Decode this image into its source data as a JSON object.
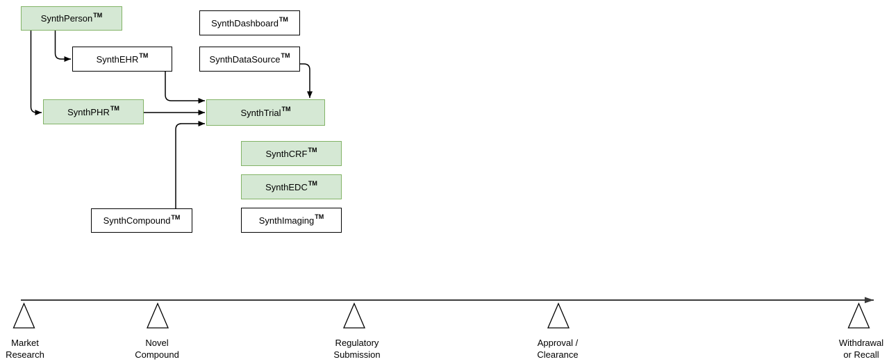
{
  "diagram": {
    "boxes": [
      {
        "name": "SynthPerson",
        "tm": "TM",
        "style": "green"
      },
      {
        "name": "SynthEHR",
        "tm": "TM",
        "style": "white"
      },
      {
        "name": "SynthDashboard",
        "tm": "TM",
        "style": "white"
      },
      {
        "name": "SynthDataSource",
        "tm": "TM",
        "style": "white"
      },
      {
        "name": "SynthPHR",
        "tm": "TM",
        "style": "green"
      },
      {
        "name": "SynthTrial",
        "tm": "TM",
        "style": "green"
      },
      {
        "name": "SynthCRF",
        "tm": "TM",
        "style": "green"
      },
      {
        "name": "SynthEDC",
        "tm": "TM",
        "style": "green"
      },
      {
        "name": "SynthImaging",
        "tm": "TM",
        "style": "white"
      },
      {
        "name": "SynthCompound",
        "tm": "TM",
        "style": "white"
      }
    ],
    "connections": [
      {
        "from": "SynthPerson",
        "to": "SynthPHR"
      },
      {
        "from": "SynthPerson",
        "to": "SynthEHR"
      },
      {
        "from": "SynthEHR",
        "to": "SynthTrial"
      },
      {
        "from": "SynthPHR",
        "to": "SynthTrial"
      },
      {
        "from": "SynthCompound",
        "to": "SynthTrial"
      },
      {
        "from": "SynthDataSource",
        "to": "SynthTrial"
      }
    ],
    "colors": {
      "green_fill": "#d5e8d4",
      "green_border": "#82b366",
      "white_fill": "#ffffff",
      "black_border": "#000000",
      "arrow": "#000000",
      "timeline_line": "#3b3b3b"
    }
  },
  "timeline": {
    "milestones": [
      {
        "lines": [
          "Market",
          "Research"
        ]
      },
      {
        "lines": [
          "Novel",
          "Compound"
        ]
      },
      {
        "lines": [
          "Regulatory",
          "Submission"
        ]
      },
      {
        "lines": [
          "Approval /",
          "Clearance"
        ]
      },
      {
        "lines": [
          "Withdrawal",
          "or Recall"
        ]
      }
    ]
  }
}
